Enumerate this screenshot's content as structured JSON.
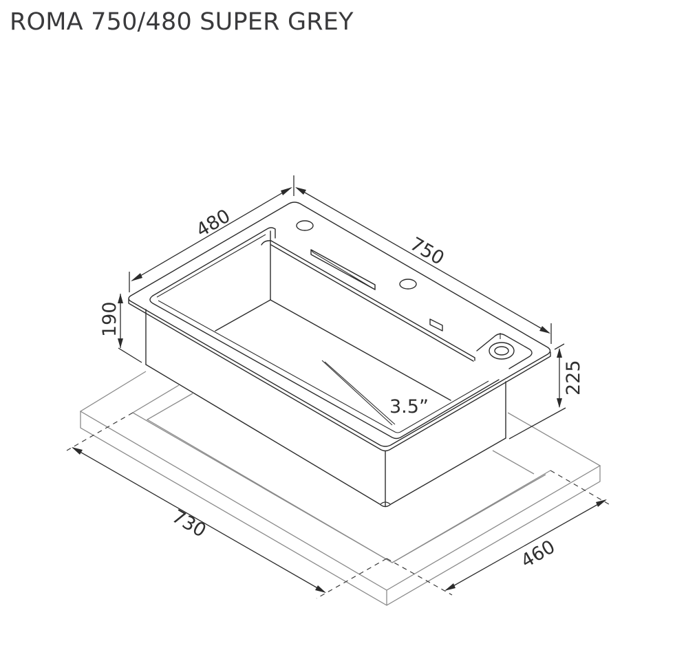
{
  "title": "ROMA 750/480 SUPER GREY",
  "dimensions": {
    "sink_width": "480",
    "sink_length": "750",
    "rim_height": "190",
    "bowl_depth": "225",
    "corner_radius": "3.5”",
    "cutout_length": "730",
    "cutout_width": "460"
  },
  "colors": {
    "line": "#2b2b2b",
    "countertop_line": "#8a8a8a",
    "text": "#3a3a3c",
    "background": "#ffffff"
  }
}
